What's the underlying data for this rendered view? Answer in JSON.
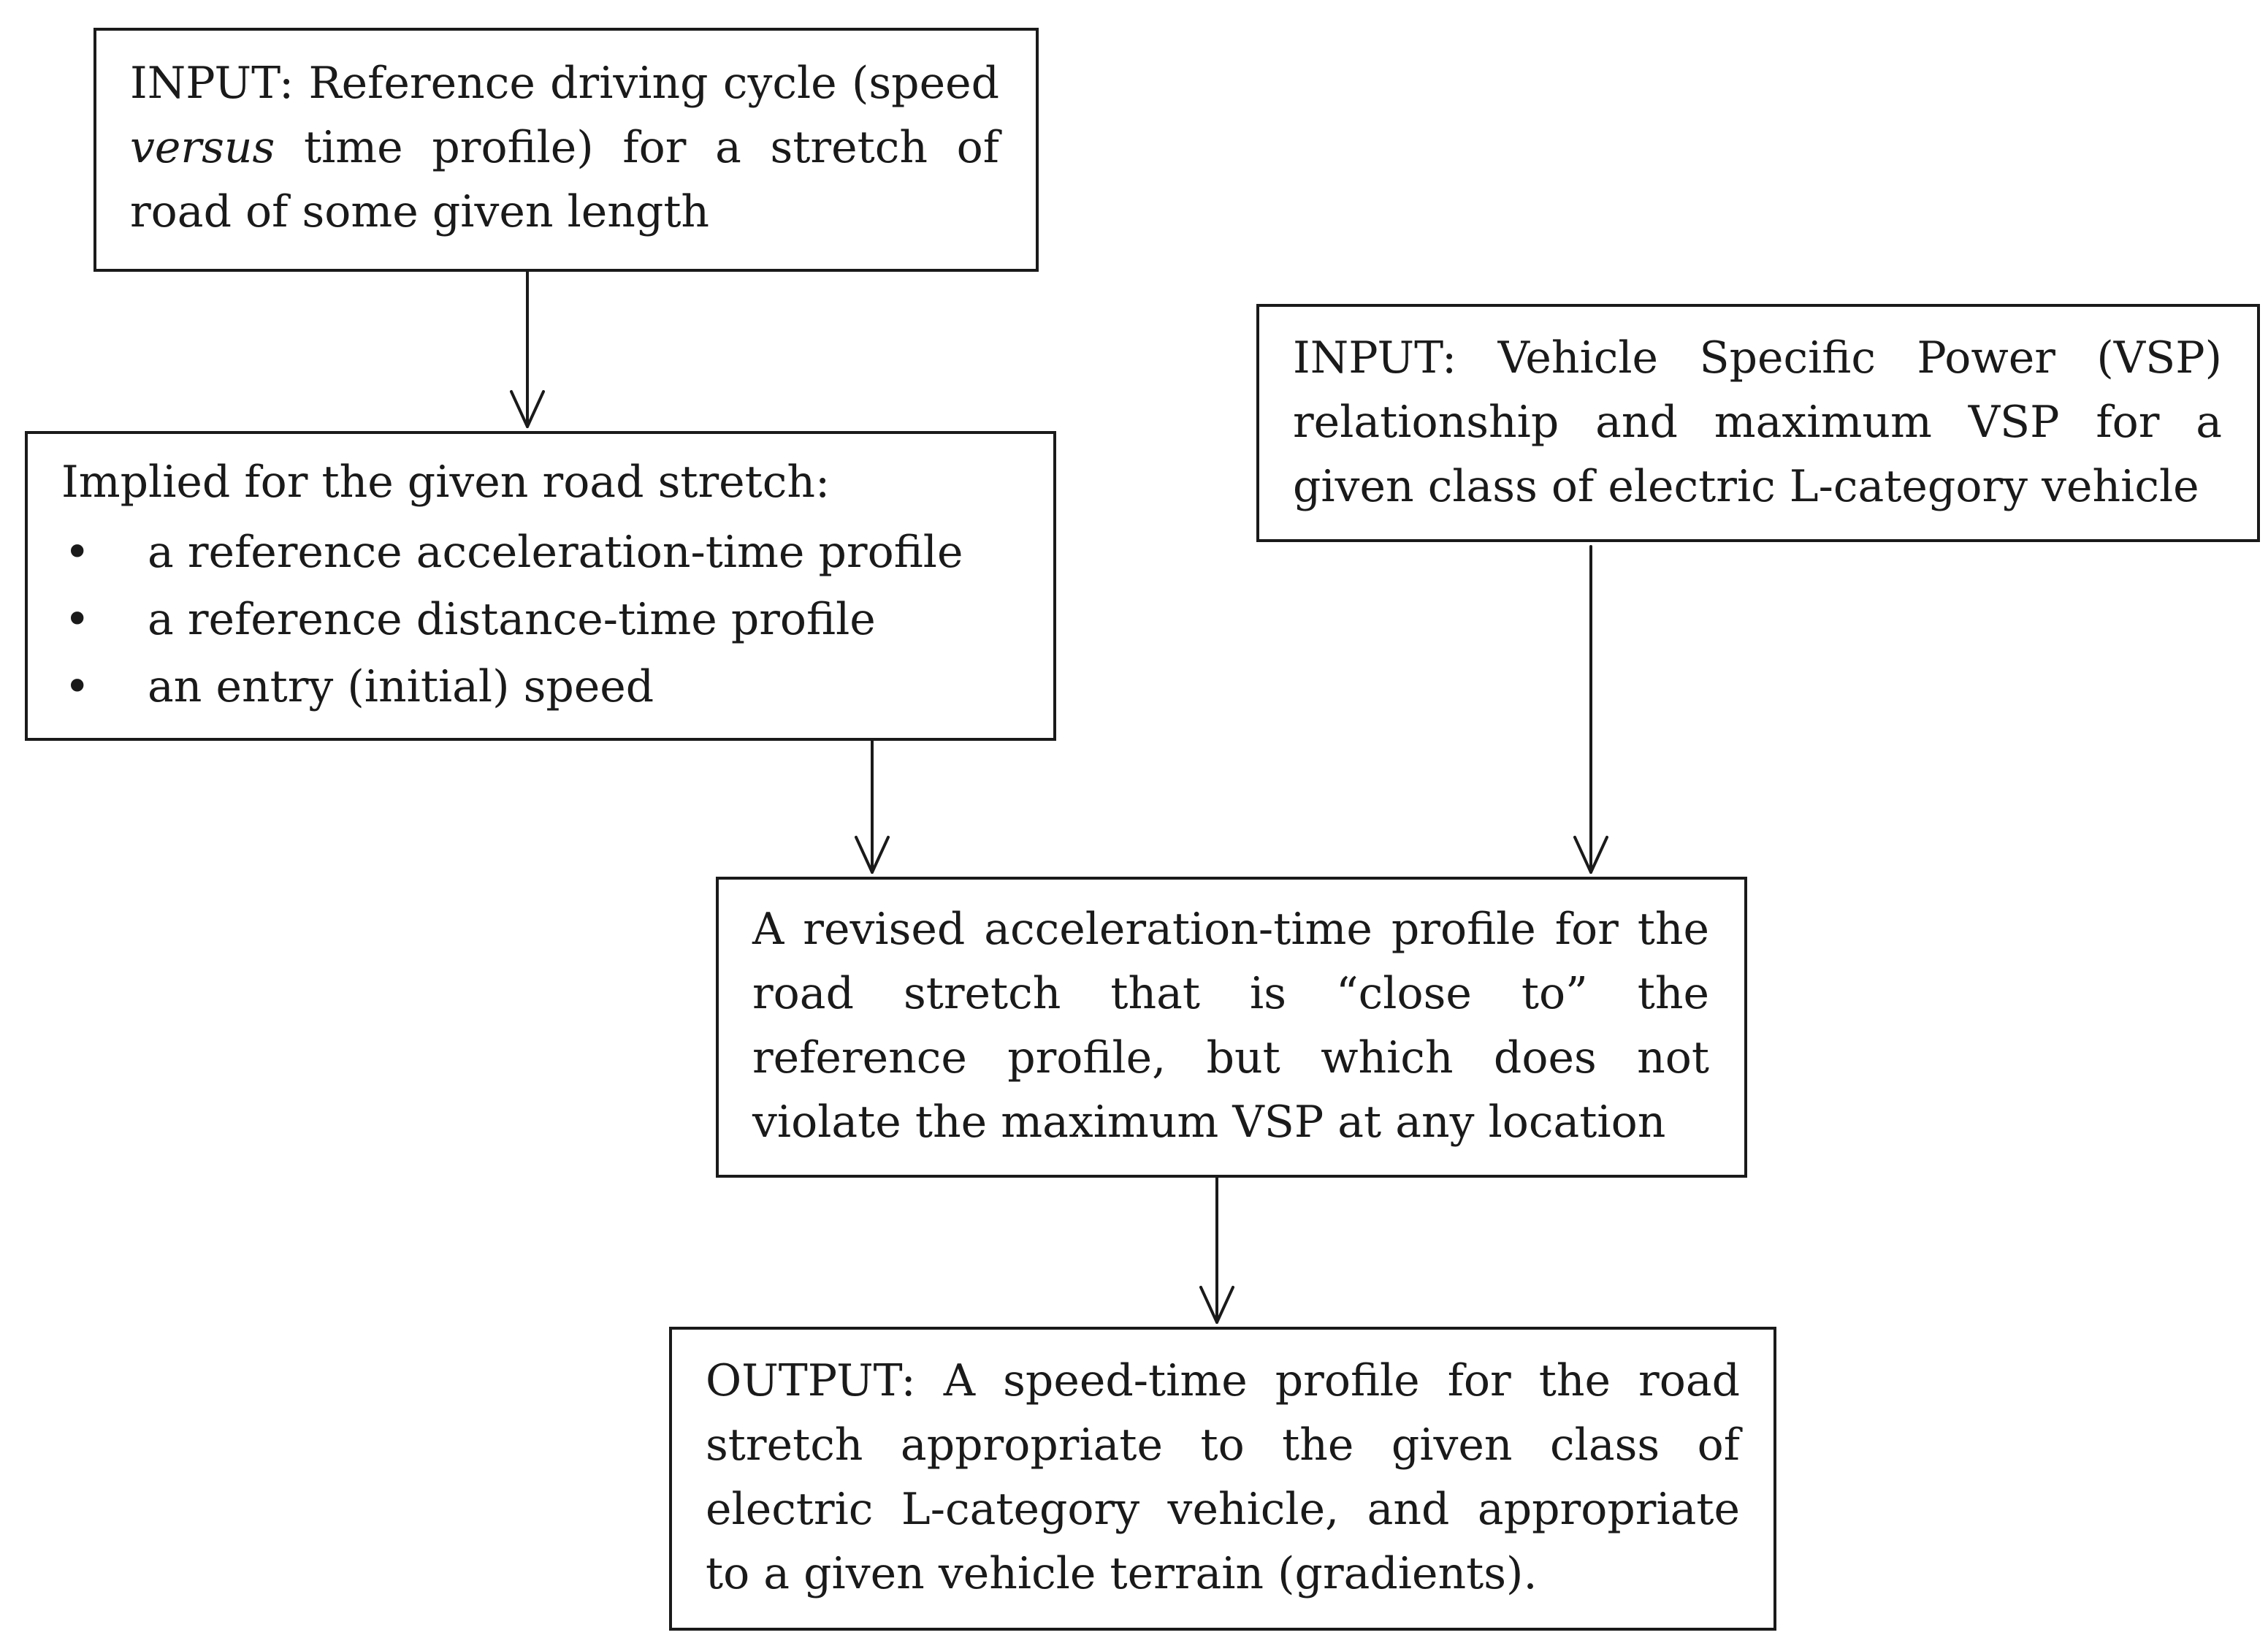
{
  "boxes": {
    "input_cycle": {
      "text_before_italic": "INPUT: Reference driving cycle (speed ",
      "italic": "versus",
      "text_after_italic": " time profile) for a stretch of road of some given length"
    },
    "implied": {
      "heading": "Implied for the given road stretch:",
      "bullets": [
        "a reference acceleration-time profile",
        "a reference distance-time profile",
        "an entry (initial) speed"
      ]
    },
    "input_vsp": {
      "text": "INPUT: Vehicle Specific Power (VSP) relationship and maximum VSP for a given class of electric L-category vehicle"
    },
    "revised": {
      "text": "A revised acceleration-time profile for the road stretch that is “close to” the reference profile, but which does not violate the maximum VSP at any location"
    },
    "output": {
      "text": "OUTPUT: A speed-time profile for the road stretch appropriate to the given class of electric L-category vehicle, and appropriate to a given vehicle terrain (gradients)."
    }
  },
  "edges": [
    {
      "from": "input_cycle",
      "to": "implied"
    },
    {
      "from": "implied",
      "to": "revised"
    },
    {
      "from": "input_vsp",
      "to": "revised"
    },
    {
      "from": "revised",
      "to": "output"
    }
  ]
}
